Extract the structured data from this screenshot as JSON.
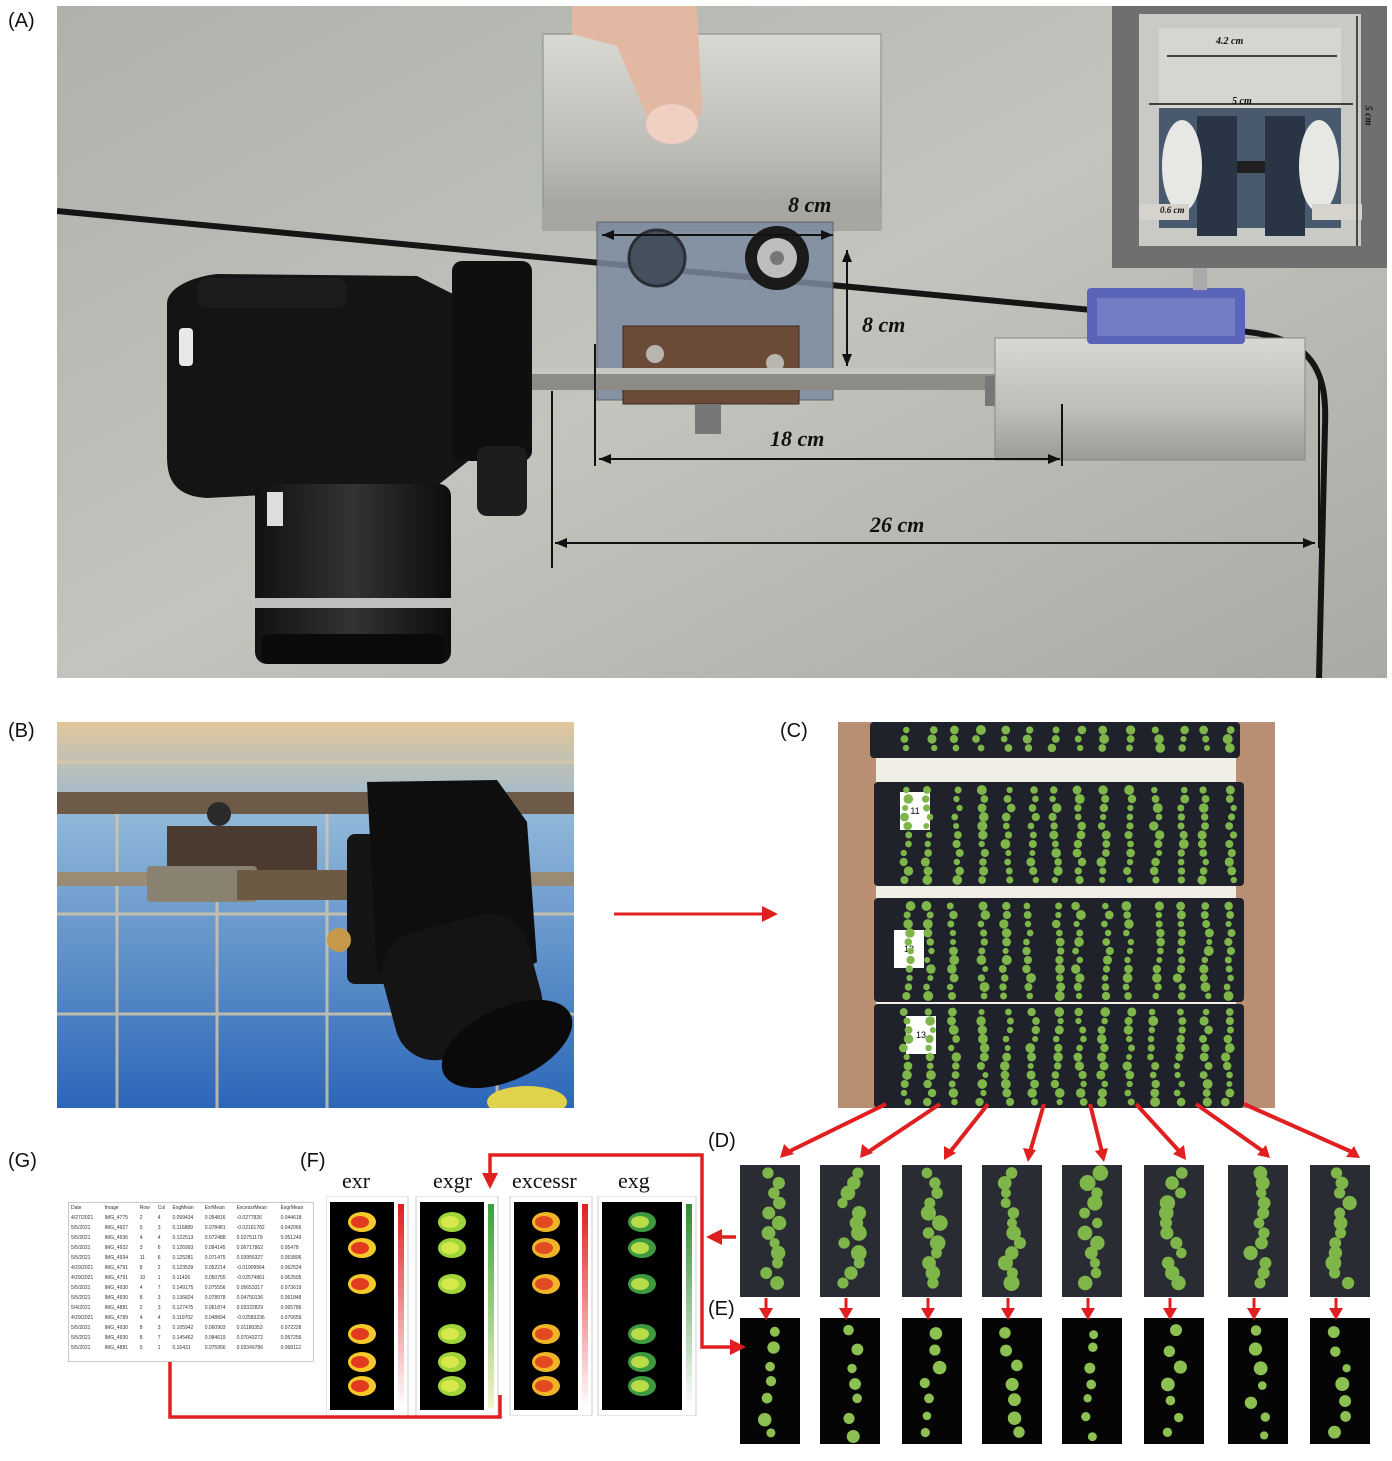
{
  "panels": {
    "a": "(A)",
    "b": "(B)",
    "c": "(C)",
    "d": "(D)",
    "e": "(E)",
    "f": "(F)",
    "g": "(G)"
  },
  "dimensions": {
    "top_width": "8 cm",
    "height": "8 cm",
    "rod_span": "18 cm",
    "total_span": "26 cm",
    "inset_inner": "4.2 cm",
    "inset_outer": "5 cm",
    "inset_height": "5 cm",
    "inset_small": "0.6 cm"
  },
  "tray_labels": [
    "11",
    "12",
    "13"
  ],
  "indices": [
    "exr",
    "exgr",
    "excessr",
    "exg"
  ],
  "table": {
    "headers": [
      "Date",
      "Image",
      "Row",
      "Col",
      "ExgMean",
      "ExrMean",
      "ExcessrMean",
      "ExgrMean"
    ],
    "rows": [
      [
        "4/27/2021",
        "IMG_4775",
        "2",
        "4",
        "0.099434",
        "0.054816",
        "-0.0277826",
        "0.044618"
      ],
      [
        "5/5/2021",
        "IMG_4927",
        "5",
        "3",
        "0.116889",
        "0.078481",
        "-0.02161782",
        "0.042066"
      ],
      [
        "5/5/2021",
        "IMG_4936",
        "4",
        "4",
        "0.122513",
        "0.072488",
        "0.02751179",
        "0.051249"
      ],
      [
        "5/5/2021",
        "IMG_4932",
        "3",
        "6",
        "0.126993",
        "0.084145",
        "0.06717862",
        "0.05478"
      ],
      [
        "5/5/2021",
        "IMG_4934",
        "11",
        "6",
        "0.125281",
        "0.071475",
        "0.03956327",
        "0.053806"
      ],
      [
        "4/29/2021",
        "IMG_4791",
        "8",
        "2",
        "0.123539",
        "0.052214",
        "-0.01909564",
        "0.062524"
      ],
      [
        "4/29/2021",
        "IMG_4791",
        "10",
        "1",
        "0.11426",
        "0.050755",
        "-0.02574861",
        "0.063505"
      ],
      [
        "5/5/2021",
        "IMG_4930",
        "4",
        "7",
        "0.149175",
        "0.075556",
        "0.05653317",
        "0.073619"
      ],
      [
        "5/5/2021",
        "IMG_4930",
        "8",
        "3",
        "0.136824",
        "0.078978",
        "0.04750136",
        "0.061848"
      ],
      [
        "5/4/2021",
        "IMG_4881",
        "2",
        "3",
        "0.127475",
        "0.061874",
        "0.03322829",
        "0.065786"
      ],
      [
        "4/29/2021",
        "IMG_4789",
        "4",
        "4",
        "0.119702",
        "0.048894",
        "-0.02583236",
        "0.070659"
      ],
      [
        "5/5/2021",
        "IMG_4930",
        "8",
        "3",
        "0.105942",
        "0.060903",
        "0.01180353",
        "0.072228"
      ],
      [
        "5/5/2021",
        "IMG_4930",
        "8",
        "7",
        "0.145462",
        "0.084619",
        "0.07043272",
        "0.057256"
      ],
      [
        "5/5/2021",
        "IMG_4881",
        "5",
        "1",
        "0.16431",
        "0.075956",
        "0.03349786",
        "0.068112"
      ]
    ]
  },
  "colors": {
    "arrow": "#e02020",
    "wall": "#b9bcb4",
    "tray": "#1f222b",
    "plant": "#7fb64a"
  }
}
